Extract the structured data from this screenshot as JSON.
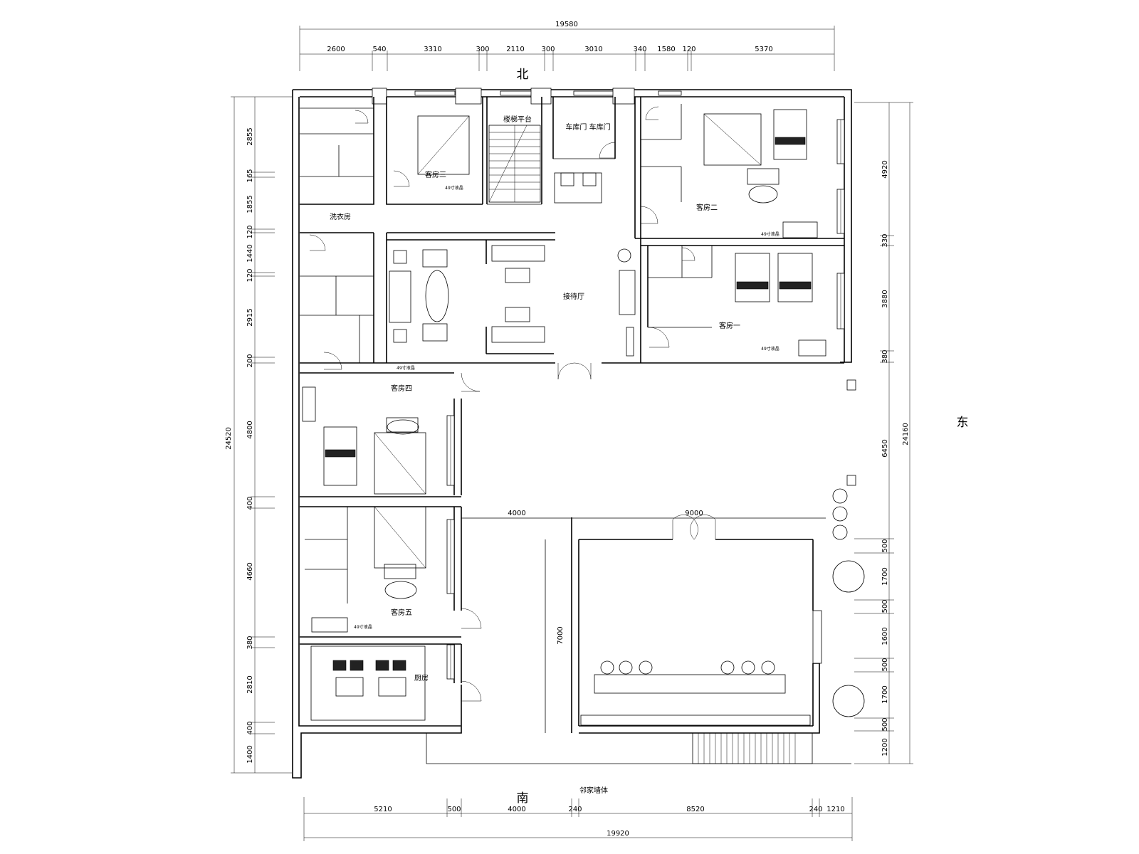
{
  "compass": {
    "north": "北",
    "south": "南",
    "east": "东"
  },
  "dimensions": {
    "top_total": "19580",
    "top_segments": [
      "2600",
      "540",
      "3310",
      "300",
      "2110",
      "300",
      "3010",
      "340",
      "1580",
      "120",
      "5370"
    ],
    "bottom_total": "19920",
    "bottom_segments": [
      "5210",
      "500",
      "4000",
      "240",
      "8520",
      "240",
      "1210"
    ],
    "left_total": "24520",
    "left_segments": [
      "2855",
      "165",
      "1855",
      "120",
      "1440",
      "120",
      "2915",
      "200",
      "4800",
      "400",
      "4660",
      "380",
      "2810",
      "400",
      "1400"
    ],
    "right_total": "24160",
    "right_segments_upper": [
      "4920",
      "330",
      "3880",
      "380"
    ],
    "right_mid": "6450",
    "right_segments_lower": [
      "500",
      "1700",
      "500",
      "1600",
      "500",
      "1700",
      "500",
      "1200"
    ],
    "inner": {
      "span_4000": "4000",
      "span_9000": "9000",
      "height_7000": "7000"
    }
  },
  "rooms": {
    "guest_3": "客房三",
    "stair_up": "楼梯平台",
    "garage_door": "车库门 车库门",
    "laundry": "洗衣房",
    "reception_hall": "接待厅",
    "guest_2": "客房二",
    "guest_1": "客房一",
    "guest_4": "客房四",
    "guest_5": "客房五",
    "kitchen": "厨房",
    "neighbor_wall": "邻家墙体"
  },
  "tv_labels": [
    "49寸液晶",
    "49寸液晶",
    "49寸液晶",
    "49寸液晶",
    "49寸液晶"
  ]
}
